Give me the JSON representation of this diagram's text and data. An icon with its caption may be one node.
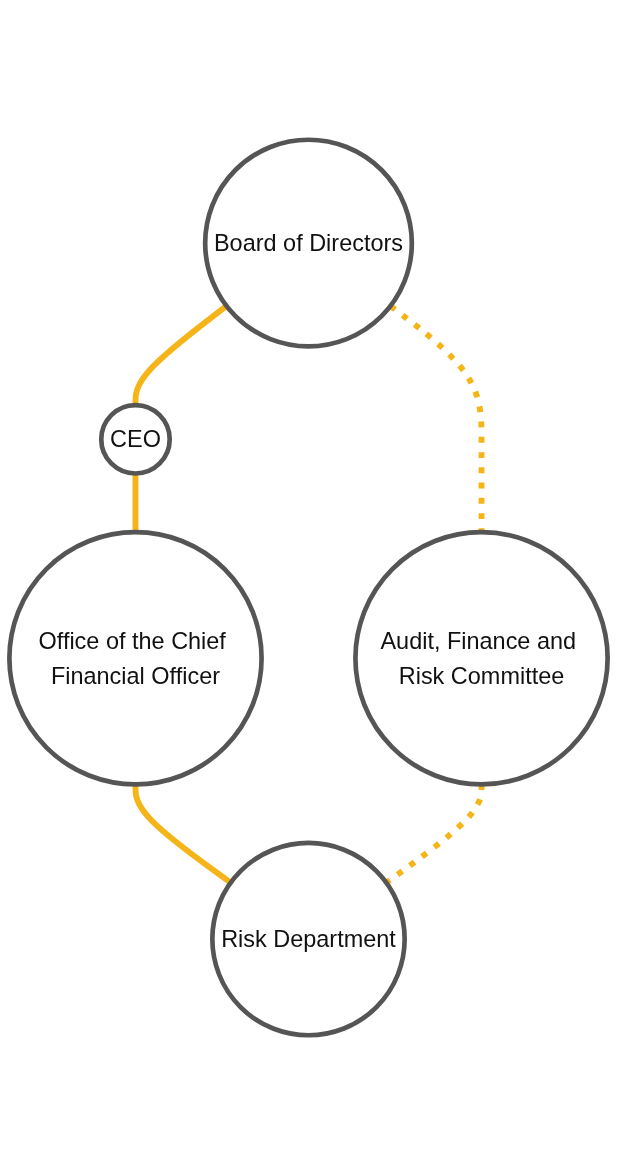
{
  "diagram": {
    "nodes": [
      {
        "text": [
          "Board of Directors"
        ]
      },
      {
        "text": [
          "CEO"
        ]
      },
      {
        "text": [
          "Office of the Chief Financial Officer"
        ]
      },
      {
        "text": [
          "Risk Department"
        ]
      },
      {
        "text": [
          "Audit, Finance and Risk Committee"
        ]
      }
    ],
    "edges": [
      {
        "from": 0,
        "to": 4,
        "arrow": "none",
        "style": "dashed"
      },
      {
        "from": 0,
        "to": 1,
        "arrow": "none"
      },
      {
        "from": 1,
        "to": 2,
        "arrow": "none"
      },
      {
        "from": 2,
        "to": 3,
        "arrow": "none"
      },
      {
        "from": 4,
        "to": 3,
        "arrow": "none",
        "style": "dashed"
      }
    ]
  }
}
